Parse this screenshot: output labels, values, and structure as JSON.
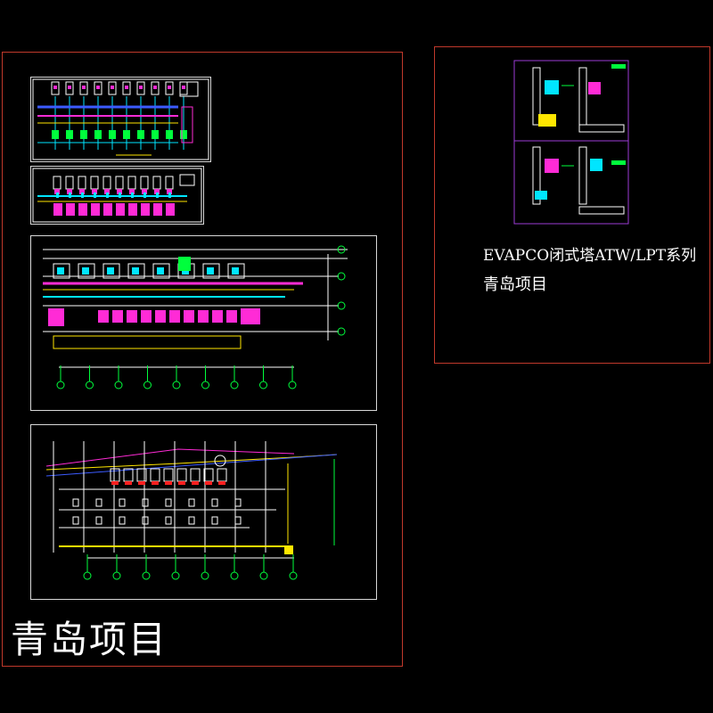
{
  "labels": {
    "main_title": "青岛项目",
    "series_caption": "EVAPCO闭式塔ATW/LPT系列",
    "project_caption": "青岛项目"
  },
  "colors": {
    "frame": "#c0392b",
    "panel_border": "#d8d8d8",
    "cyan": "#00e5ff",
    "green": "#00ff3c",
    "magenta": "#ff2bd6",
    "yellow": "#ffe600",
    "red": "#ff2020",
    "blue": "#3b5bff",
    "white": "#ffffff",
    "frame_purple": "#9b3cd6"
  }
}
